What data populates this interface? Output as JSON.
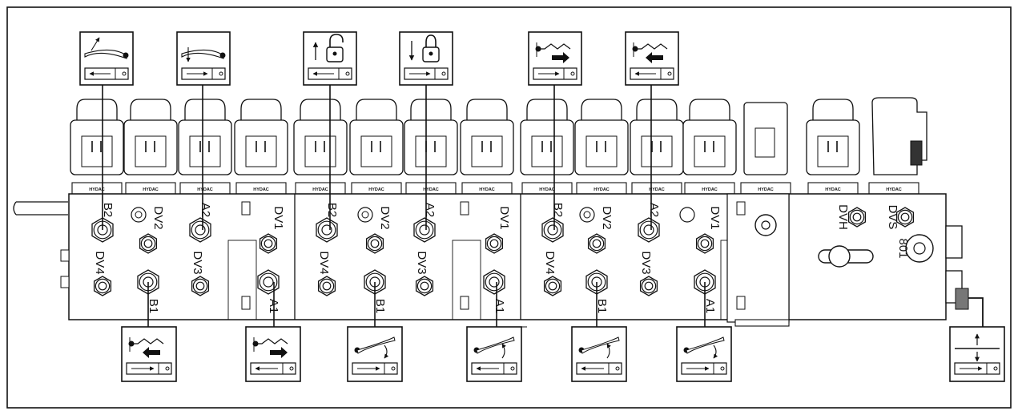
{
  "coil_brand": "HYDAC",
  "sections": [
    {
      "top": [
        "B2",
        "DV2",
        "A2"
      ],
      "mid": [
        "DV1"
      ],
      "bottom": [
        "DV4",
        "B1",
        "DV3",
        "A1"
      ]
    },
    {
      "top": [
        "B2",
        "DV2",
        "A2"
      ],
      "mid": [
        "DV1"
      ],
      "bottom": [
        "DV4",
        "B1",
        "DV3",
        "A1"
      ]
    },
    {
      "top": [
        "B2",
        "DV2",
        "A2",
        "DV1"
      ],
      "mid": [],
      "bottom": [
        "DV4",
        "B1",
        "DV3",
        "A1"
      ]
    }
  ],
  "end_plate_labels": [
    "DVH",
    "DVS",
    "801"
  ],
  "top_symbols": [
    {
      "icon": "section-raise-icon",
      "arrow": "left"
    },
    {
      "icon": "section-lower-icon",
      "arrow": "right"
    },
    {
      "icon": "unlock-icon",
      "arrow": "left"
    },
    {
      "icon": "lock-icon",
      "arrow": "right"
    },
    {
      "icon": "fold-out-icon",
      "arrow": "right"
    },
    {
      "icon": "fold-in-icon",
      "arrow": "left"
    }
  ],
  "bottom_symbols": [
    {
      "icon": "fold-in-icon",
      "arrow": "right"
    },
    {
      "icon": "fold-out-icon",
      "arrow": "left"
    },
    {
      "icon": "tilt-down-icon",
      "arrow": "right"
    },
    {
      "icon": "tilt-up-icon",
      "arrow": "left"
    },
    {
      "icon": "tilt-up-icon",
      "arrow": "left"
    },
    {
      "icon": "tilt-down-icon",
      "arrow": "right"
    },
    {
      "icon": "raise-lower-icon",
      "arrow": "right"
    }
  ]
}
